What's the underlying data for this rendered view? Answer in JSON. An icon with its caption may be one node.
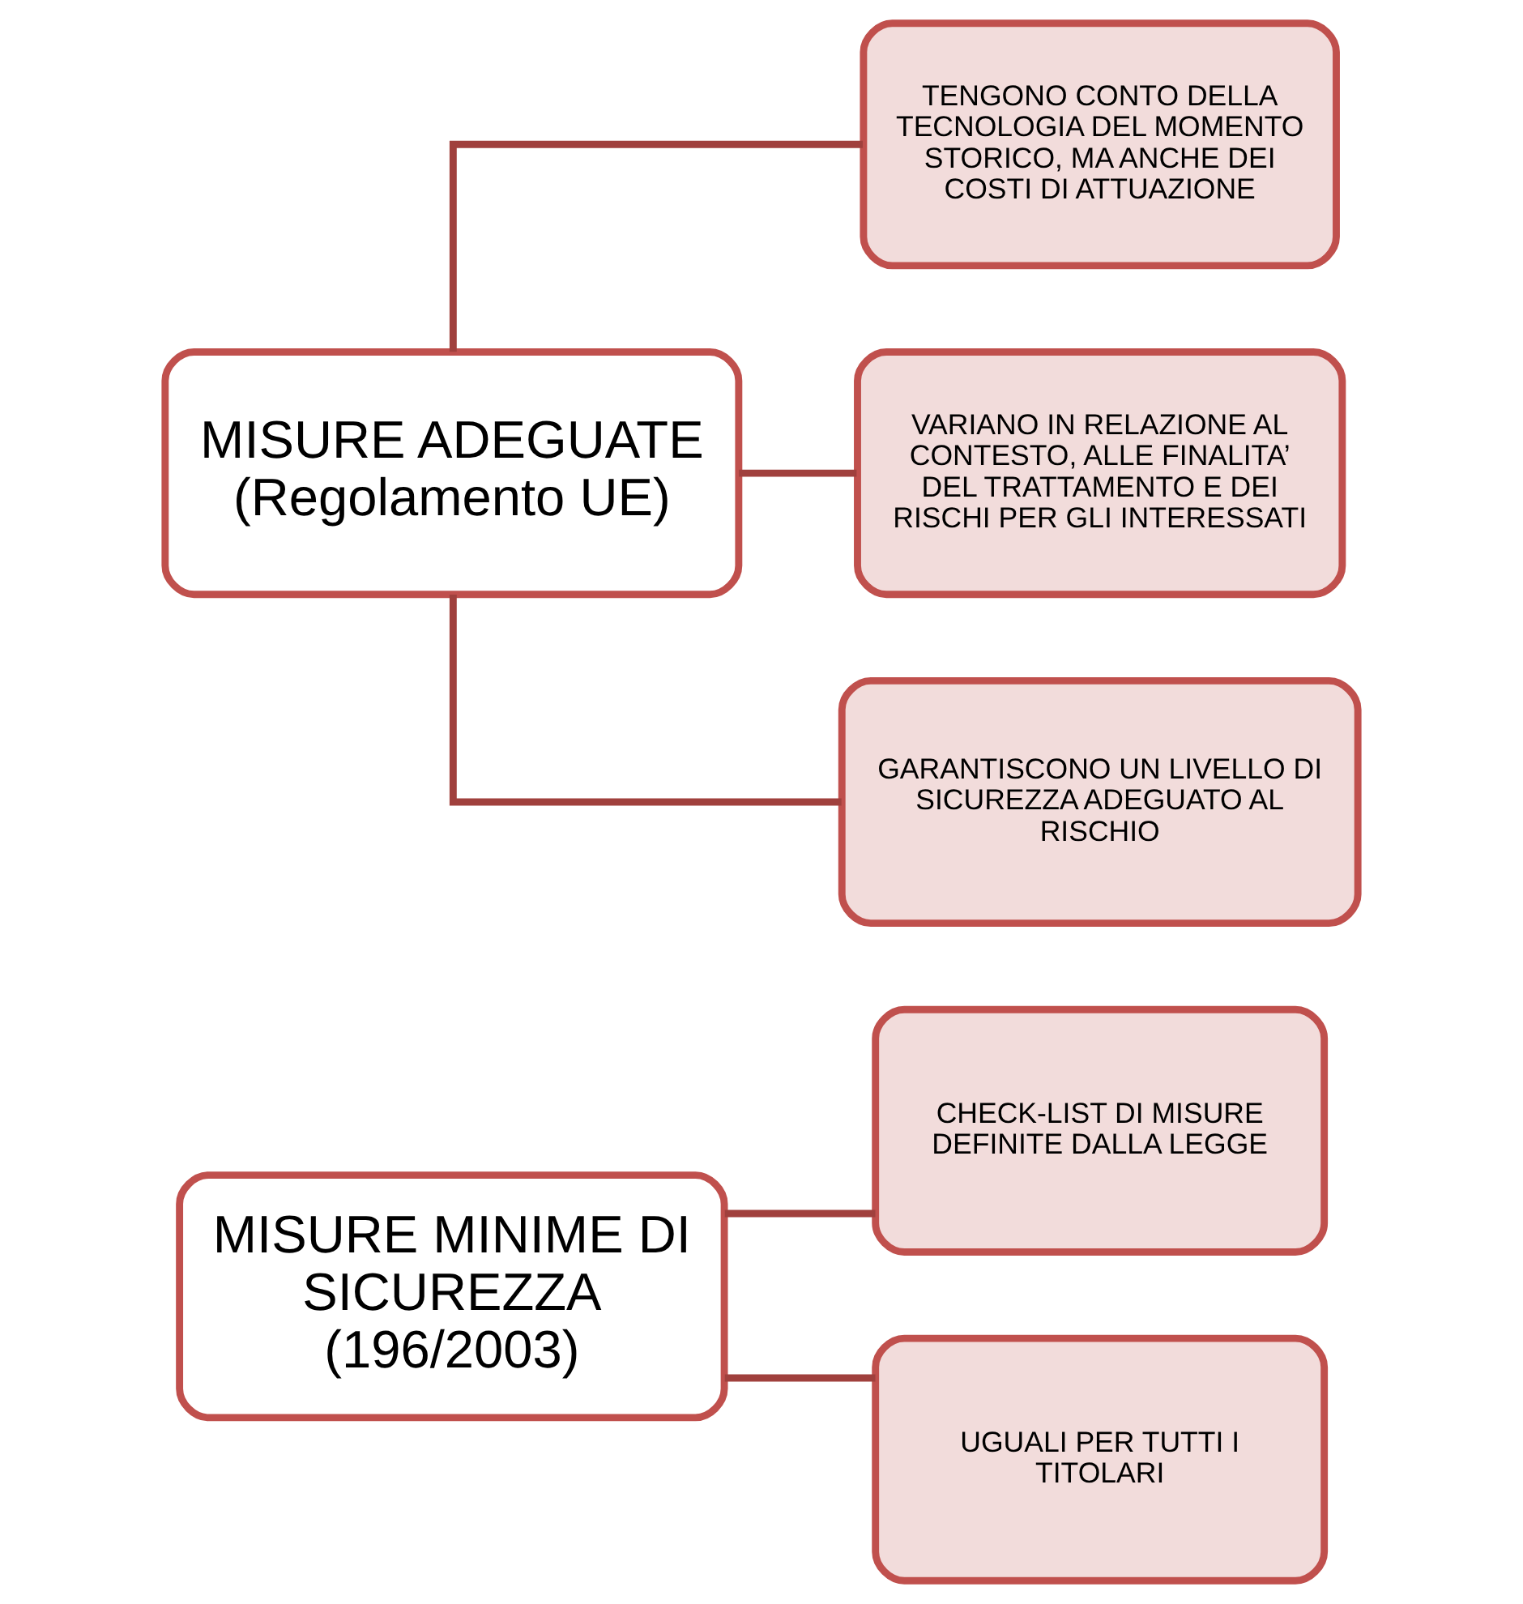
{
  "diagram": {
    "nodes": [
      {
        "text": [
          "MISURE MINIME DI SICUREZZA (196/2003)"
        ]
      },
      {
        "text": [
          "MISURE ADEGUATE (Regolamento UE)"
        ]
      },
      {
        "text": [
          "CHECK-LIST DI MISURE DEFINITE DALLA LEGGE"
        ]
      },
      {
        "text": [
          "UGUALI PER TUTTI I TITOLARI"
        ]
      },
      {
        "text": [
          "TENGONO CONTO DELLA TECNOLOGIA DEL MOMENTO STORICO, MA ANCHE DEI COSTI DI ATTUAZIONE"
        ]
      },
      {
        "text": [
          "VARIANO IN RELAZIONE AL CONTESTO, ALLE FINALITA’ DEL TRATTAMENTO E DEI RISCHI PER GLI INTERESSATI"
        ]
      },
      {
        "text": [
          "GARANTISCONO UN LIVELLO DI SICUREZZA ADEGUATO AL RISCHIO"
        ]
      }
    ],
    "edges": [
      {
        "from": 0,
        "to": 2,
        "arrow": "none"
      },
      {
        "from": 0,
        "to": 3,
        "arrow": "none"
      },
      {
        "from": 1,
        "to": 4,
        "arrow": "none"
      },
      {
        "from": 1,
        "to": 5,
        "arrow": "none"
      },
      {
        "from": 1,
        "to": 6,
        "arrow": "none"
      }
    ]
  }
}
